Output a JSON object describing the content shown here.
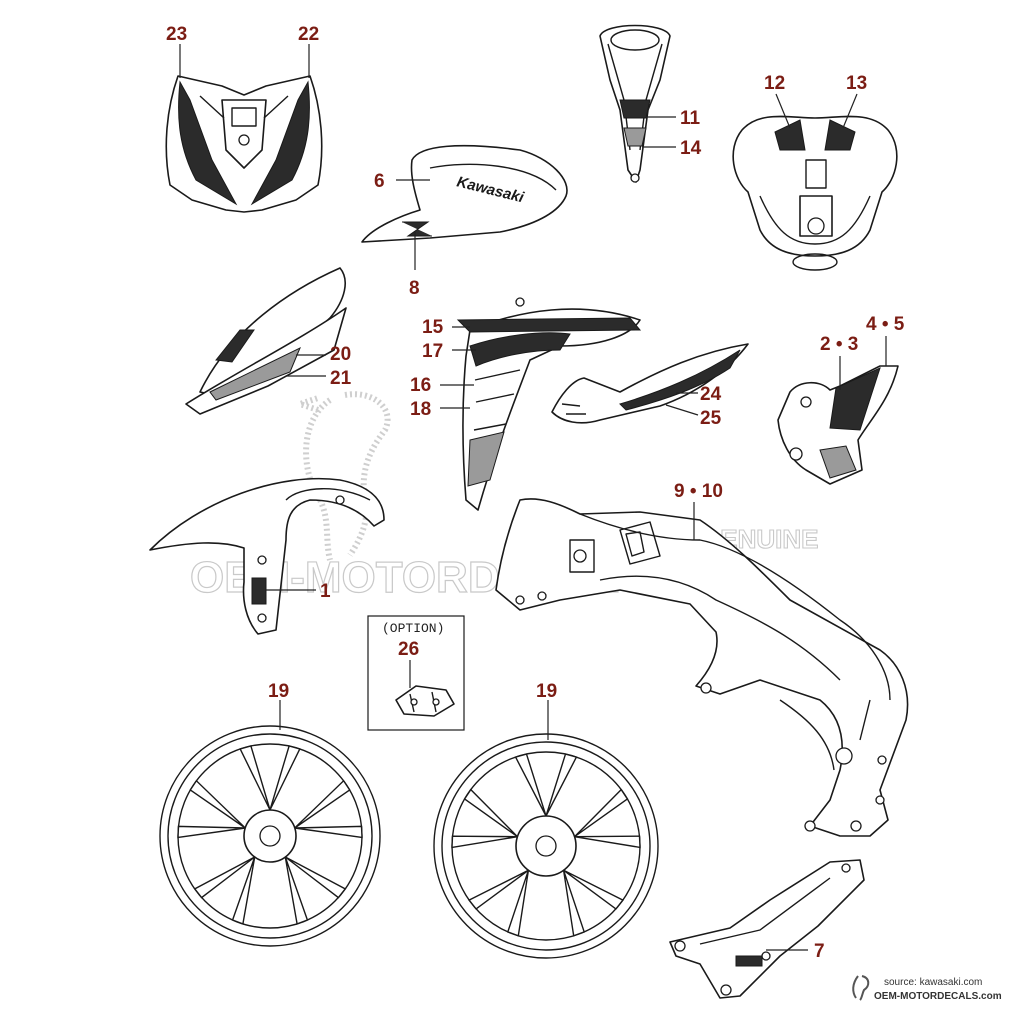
{
  "callouts": {
    "c23": "23",
    "c22": "22",
    "c11": "11",
    "c14": "14",
    "c12": "12",
    "c13": "13",
    "c6": "6",
    "c8": "8",
    "c15": "15",
    "c17": "17",
    "c16": "16",
    "c18": "18",
    "c20": "20",
    "c21": "21",
    "c24": "24",
    "c25": "25",
    "c2_3": "2 • 3",
    "c4_5": "4 • 5",
    "c9_10": "9 • 10",
    "c1": "1",
    "c26": "26",
    "c19a": "19",
    "c19b": "19",
    "c7": "7"
  },
  "option_label": "(OPTION)",
  "decal_text": "Kawasaki",
  "watermark": {
    "line1": "OEM-MOTORDECALS.com",
    "line2": "GENUINE"
  },
  "source": {
    "line1": "source: kawasaki.com",
    "line2": "OEM-MOTORDECALS.com"
  },
  "colors": {
    "callout": "#7b1d14",
    "line": "#1a1a1a",
    "watermark": "#c9c9c9"
  }
}
